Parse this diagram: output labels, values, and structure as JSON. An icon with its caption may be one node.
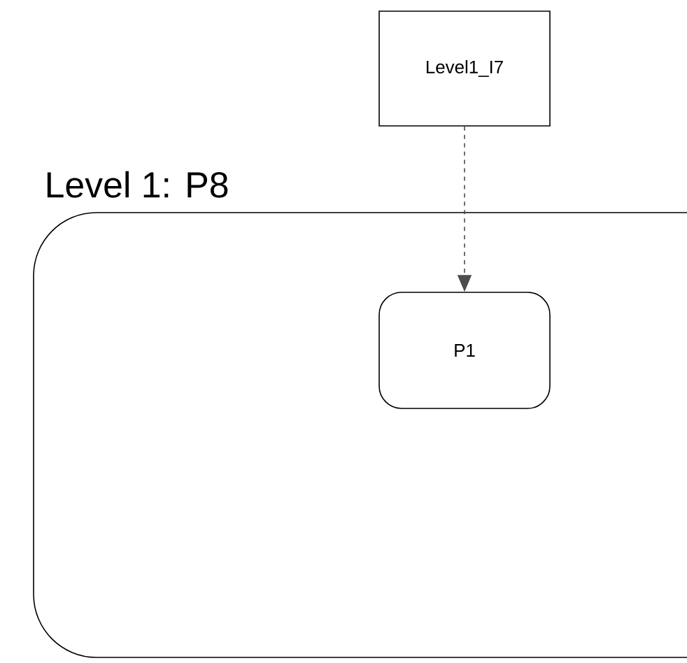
{
  "diagram": {
    "nodes": [
      {
        "text": [
          "Level1_I7"
        ]
      },
      {
        "text": [
          "Level 1: P8"
        ]
      },
      {
        "text": [
          "P1"
        ],
        "in": 1
      }
    ],
    "edges": [
      {
        "from": 0,
        "to": 2,
        "arrow": "to",
        "style": "dashed"
      }
    ]
  }
}
